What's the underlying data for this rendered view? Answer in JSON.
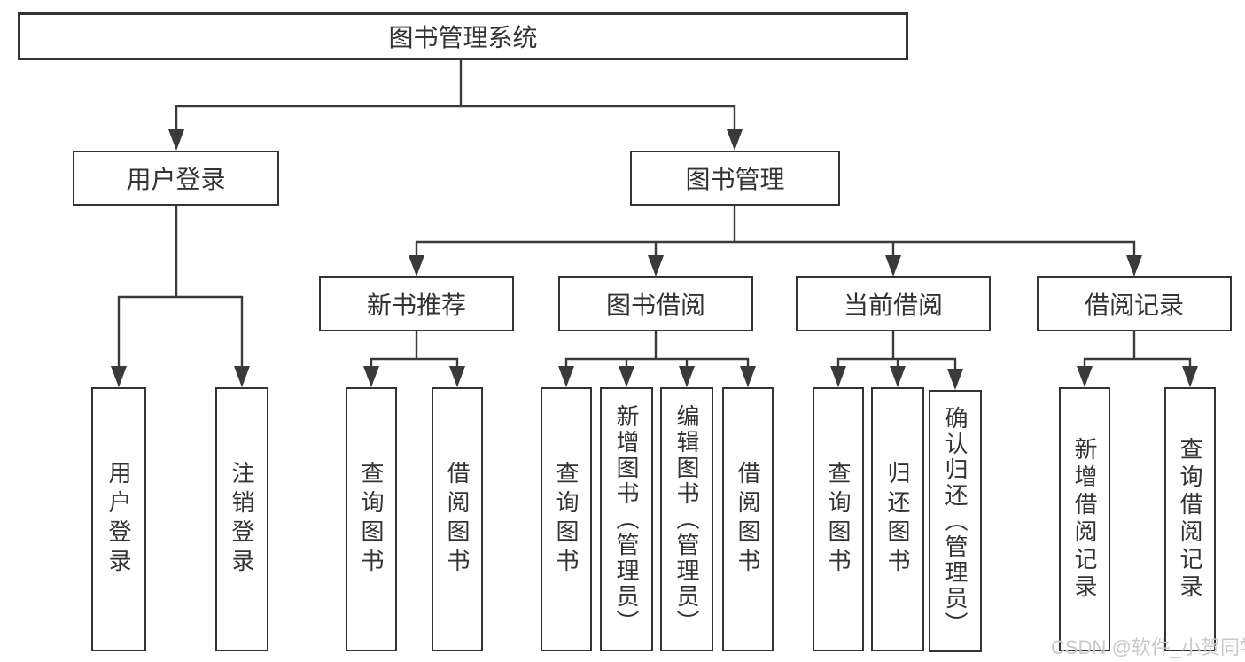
{
  "diagram": {
    "root": {
      "label": "图书管理系统"
    },
    "branches": [
      {
        "label": "用户登录",
        "children": [
          {
            "label": "用户登录"
          },
          {
            "label": "注销登录"
          }
        ]
      },
      {
        "label": "图书管理",
        "children": [
          {
            "label": "新书推荐",
            "children": [
              {
                "label": "查询图书"
              },
              {
                "label": "借阅图书"
              }
            ]
          },
          {
            "label": "图书借阅",
            "children": [
              {
                "label": "查询图书"
              },
              {
                "label": "新增图书（管理员）"
              },
              {
                "label": "编辑图书（管理员）"
              },
              {
                "label": "借阅图书"
              }
            ]
          },
          {
            "label": "当前借阅",
            "children": [
              {
                "label": "查询图书"
              },
              {
                "label": "归还图书"
              },
              {
                "label": "确认归还（管理员）"
              }
            ]
          },
          {
            "label": "借阅记录",
            "children": [
              {
                "label": "新增借阅记录"
              },
              {
                "label": "查询借阅记录"
              }
            ]
          }
        ]
      }
    ]
  },
  "watermark": {
    "text": "CSDN @软件_小贺同学"
  },
  "colors": {
    "background": "#ffffff",
    "line": "#3a3a3a",
    "box_border": "#333333",
    "text": "#333333",
    "watermark_text": "#c9c9c9"
  }
}
